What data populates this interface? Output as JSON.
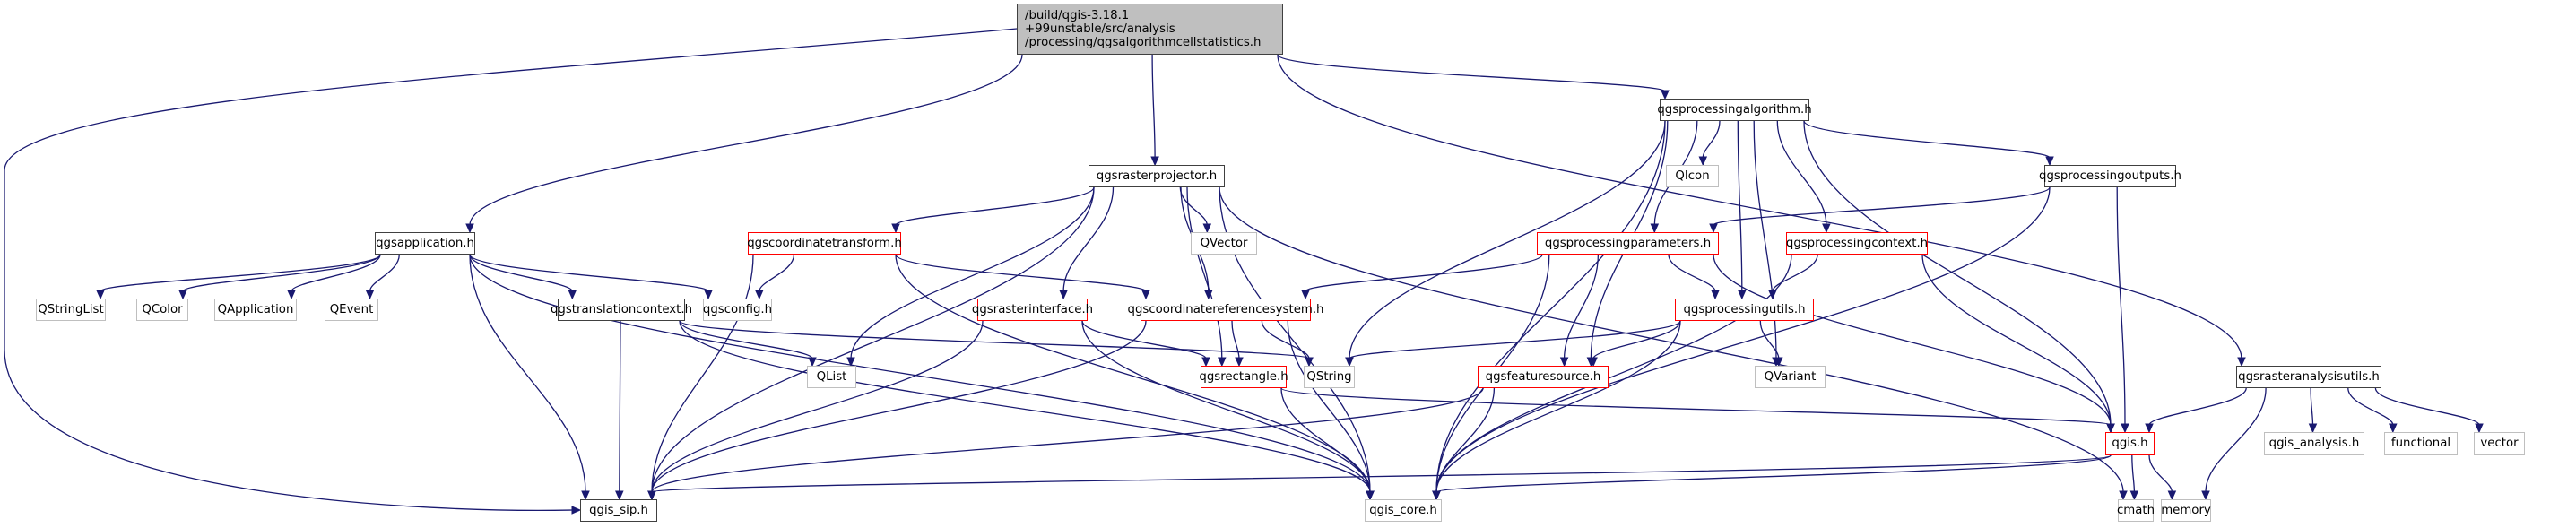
{
  "diagram": {
    "title": "Include dependency graph",
    "edge_color": "#191970",
    "node_colors": {
      "root_fill": "#bfbfbf",
      "file_border": "#404040",
      "incomplete_border": "#ff0000",
      "external_border": "#bfbfbf"
    },
    "nodes": [
      {
        "id": "root",
        "label": "/build/qgis-3.18.1\n+99unstable/src/analysis\n/processing/qgsalgorithmcellstatistics.h",
        "kind": "root"
      },
      {
        "id": "qgsprocessingalgorithm",
        "label": "qgsprocessingalgorithm.h",
        "kind": "file"
      },
      {
        "id": "qgsrasterprojector",
        "label": "qgsrasterprojector.h",
        "kind": "file"
      },
      {
        "id": "QIcon",
        "label": "QIcon",
        "kind": "external"
      },
      {
        "id": "qgsprocessingoutputs",
        "label": "qgsprocessingoutputs.h",
        "kind": "file"
      },
      {
        "id": "qgsapplication",
        "label": "qgsapplication.h",
        "kind": "file"
      },
      {
        "id": "qgscoordinatetransform",
        "label": "qgscoordinatetransform.h",
        "kind": "incomplete"
      },
      {
        "id": "QVector",
        "label": "QVector",
        "kind": "external"
      },
      {
        "id": "qgsprocessingparameters",
        "label": "qgsprocessingparameters.h",
        "kind": "incomplete"
      },
      {
        "id": "qgsprocessingcontext",
        "label": "qgsprocessingcontext.h",
        "kind": "incomplete"
      },
      {
        "id": "QStringList",
        "label": "QStringList",
        "kind": "external"
      },
      {
        "id": "QColor",
        "label": "QColor",
        "kind": "external"
      },
      {
        "id": "QApplication",
        "label": "QApplication",
        "kind": "external"
      },
      {
        "id": "QEvent",
        "label": "QEvent",
        "kind": "external"
      },
      {
        "id": "qgstranslationcontext",
        "label": "qgstranslationcontext.h",
        "kind": "file"
      },
      {
        "id": "qgsconfig",
        "label": "qgsconfig.h",
        "kind": "external"
      },
      {
        "id": "qgsrasterinterface",
        "label": "qgsrasterinterface.h",
        "kind": "incomplete"
      },
      {
        "id": "qgscoordinatereferencesystem",
        "label": "qgscoordinatereferencesystem.h",
        "kind": "incomplete"
      },
      {
        "id": "qgsprocessingutils",
        "label": "qgsprocessingutils.h",
        "kind": "incomplete"
      },
      {
        "id": "QList",
        "label": "QList",
        "kind": "external"
      },
      {
        "id": "qgsrectangle",
        "label": "qgsrectangle.h",
        "kind": "incomplete"
      },
      {
        "id": "QString",
        "label": "QString",
        "kind": "external"
      },
      {
        "id": "qgsfeaturesource",
        "label": "qgsfeaturesource.h",
        "kind": "incomplete"
      },
      {
        "id": "QVariant",
        "label": "QVariant",
        "kind": "external"
      },
      {
        "id": "qgsrasteranalysisutils",
        "label": "qgsrasteranalysisutils.h",
        "kind": "file"
      },
      {
        "id": "qgis",
        "label": "qgis.h",
        "kind": "incomplete"
      },
      {
        "id": "qgis_analysis",
        "label": "qgis_analysis.h",
        "kind": "external"
      },
      {
        "id": "functional",
        "label": "functional",
        "kind": "external"
      },
      {
        "id": "vector",
        "label": "vector",
        "kind": "external"
      },
      {
        "id": "qgis_sip",
        "label": "qgis_sip.h",
        "kind": "file"
      },
      {
        "id": "qgis_core",
        "label": "qgis_core.h",
        "kind": "external"
      },
      {
        "id": "cmath",
        "label": "cmath",
        "kind": "external"
      },
      {
        "id": "memory",
        "label": "memory",
        "kind": "external"
      }
    ],
    "edges": [
      [
        "root",
        "qgsprocessingalgorithm"
      ],
      [
        "root",
        "qgsrasterprojector"
      ],
      [
        "root",
        "qgsapplication"
      ],
      [
        "root",
        "qgsrasteranalysisutils"
      ],
      [
        "root",
        "qgis_sip"
      ],
      [
        "qgsprocessingalgorithm",
        "QIcon"
      ],
      [
        "qgsprocessingalgorithm",
        "qgsprocessingoutputs"
      ],
      [
        "qgsprocessingalgorithm",
        "qgsprocessingparameters"
      ],
      [
        "qgsprocessingalgorithm",
        "qgsprocessingcontext"
      ],
      [
        "qgsprocessingalgorithm",
        "qgsprocessingutils"
      ],
      [
        "qgsprocessingalgorithm",
        "qgsfeaturesource"
      ],
      [
        "qgsprocessingalgorithm",
        "QString"
      ],
      [
        "qgsprocessingalgorithm",
        "QVariant"
      ],
      [
        "qgsprocessingalgorithm",
        "qgis"
      ],
      [
        "qgsprocessingalgorithm",
        "qgis_core"
      ],
      [
        "qgsrasterprojector",
        "QVector"
      ],
      [
        "qgsrasterprojector",
        "qgscoordinatetransform"
      ],
      [
        "qgsrasterprojector",
        "qgsrasterinterface"
      ],
      [
        "qgsrasterprojector",
        "qgscoordinatereferencesystem"
      ],
      [
        "qgsrasterprojector",
        "qgsrectangle"
      ],
      [
        "qgsrasterprojector",
        "QList"
      ],
      [
        "qgsrasterprojector",
        "qgis_sip"
      ],
      [
        "qgsrasterprojector",
        "qgis_core"
      ],
      [
        "qgsrasterprojector",
        "cmath"
      ],
      [
        "qgsprocessingoutputs",
        "qgsprocessingparameters"
      ],
      [
        "qgsprocessingoutputs",
        "qgis"
      ],
      [
        "qgsprocessingoutputs",
        "qgis_core"
      ],
      [
        "qgsapplication",
        "QStringList"
      ],
      [
        "qgsapplication",
        "QColor"
      ],
      [
        "qgsapplication",
        "QApplication"
      ],
      [
        "qgsapplication",
        "QEvent"
      ],
      [
        "qgsapplication",
        "qgstranslationcontext"
      ],
      [
        "qgsapplication",
        "qgsconfig"
      ],
      [
        "qgsapplication",
        "qgis_sip"
      ],
      [
        "qgsapplication",
        "qgis_core"
      ],
      [
        "qgscoordinatetransform",
        "qgsconfig"
      ],
      [
        "qgscoordinatetransform",
        "qgscoordinatereferencesystem"
      ],
      [
        "qgscoordinatetransform",
        "qgis_sip"
      ],
      [
        "qgscoordinatetransform",
        "qgis_core"
      ],
      [
        "qgsprocessingparameters",
        "qgscoordinatereferencesystem"
      ],
      [
        "qgsprocessingparameters",
        "qgsprocessingutils"
      ],
      [
        "qgsprocessingparameters",
        "qgsfeaturesource"
      ],
      [
        "qgsprocessingparameters",
        "qgis"
      ],
      [
        "qgsprocessingparameters",
        "qgis_core"
      ],
      [
        "qgsprocessingcontext",
        "qgsprocessingutils"
      ],
      [
        "qgsprocessingcontext",
        "qgis"
      ],
      [
        "qgsprocessingcontext",
        "qgis_core"
      ],
      [
        "qgstranslationcontext",
        "QList"
      ],
      [
        "qgstranslationcontext",
        "QString"
      ],
      [
        "qgstranslationcontext",
        "qgis_sip"
      ],
      [
        "qgstranslationcontext",
        "qgis_core"
      ],
      [
        "qgsrasterinterface",
        "qgsrectangle"
      ],
      [
        "qgsrasterinterface",
        "qgis_sip"
      ],
      [
        "qgsrasterinterface",
        "qgis_core"
      ],
      [
        "qgscoordinatereferencesystem",
        "qgsrectangle"
      ],
      [
        "qgscoordinatereferencesystem",
        "QString"
      ],
      [
        "qgscoordinatereferencesystem",
        "qgis_sip"
      ],
      [
        "qgscoordinatereferencesystem",
        "qgis_core"
      ],
      [
        "qgsprocessingutils",
        "QString"
      ],
      [
        "qgsprocessingutils",
        "QVariant"
      ],
      [
        "qgsprocessingutils",
        "qgsfeaturesource"
      ],
      [
        "qgsprocessingutils",
        "qgis_core"
      ],
      [
        "qgsrectangle",
        "qgis"
      ],
      [
        "qgsrectangle",
        "qgis_core"
      ],
      [
        "qgsfeaturesource",
        "qgis_sip"
      ],
      [
        "qgsfeaturesource",
        "qgis_core"
      ],
      [
        "qgsrasteranalysisutils",
        "qgis"
      ],
      [
        "qgsrasteranalysisutils",
        "qgis_analysis"
      ],
      [
        "qgsrasteranalysisutils",
        "functional"
      ],
      [
        "qgsrasteranalysisutils",
        "vector"
      ],
      [
        "qgsrasteranalysisutils",
        "memory"
      ],
      [
        "qgis",
        "qgis_sip"
      ],
      [
        "qgis",
        "qgis_core"
      ],
      [
        "qgis",
        "cmath"
      ],
      [
        "qgis",
        "memory"
      ]
    ]
  }
}
